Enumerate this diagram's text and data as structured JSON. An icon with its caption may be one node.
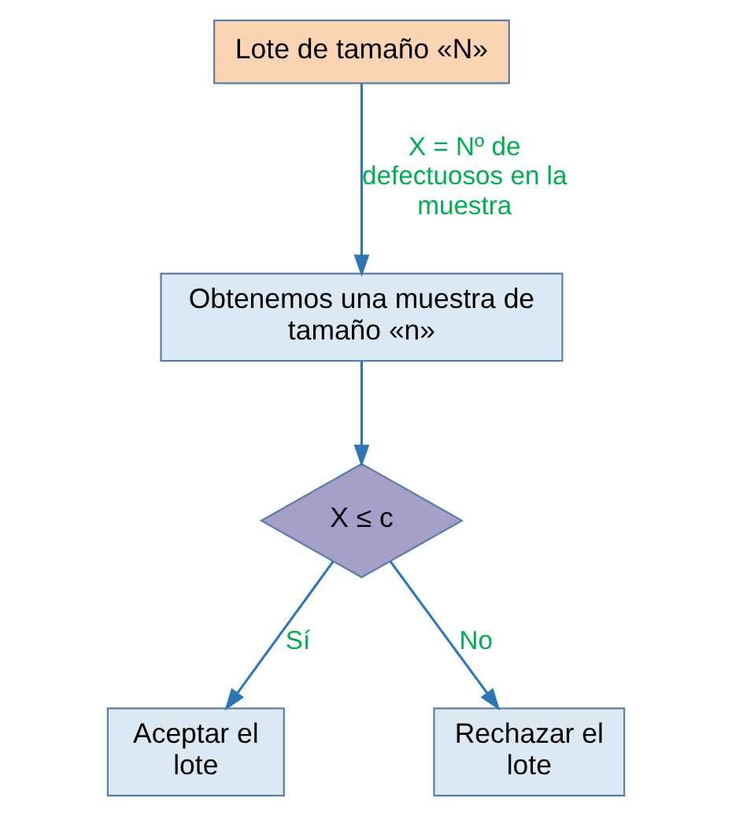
{
  "diagram": {
    "nodes": [
      {
        "text": [
          "Lote de tamaño «N»"
        ]
      },
      {
        "text": [
          "Obtenemos una muestra de tamaño «n»"
        ]
      },
      {
        "text": [
          "X ≤ c"
        ]
      },
      {
        "text": [
          "Aceptar el lote"
        ]
      },
      {
        "text": [
          "Rechazar el lote"
        ]
      }
    ],
    "edges": [
      {
        "from": 0,
        "to": 1,
        "arrow": "to",
        "label": "X = Nº de defectuosos en la muestra"
      },
      {
        "from": 1,
        "to": 2,
        "arrow": "to"
      },
      {
        "from": 2,
        "to": 3,
        "arrow": "to",
        "label": "Sí"
      },
      {
        "from": 2,
        "to": 4,
        "arrow": "to",
        "label": "No"
      }
    ]
  }
}
